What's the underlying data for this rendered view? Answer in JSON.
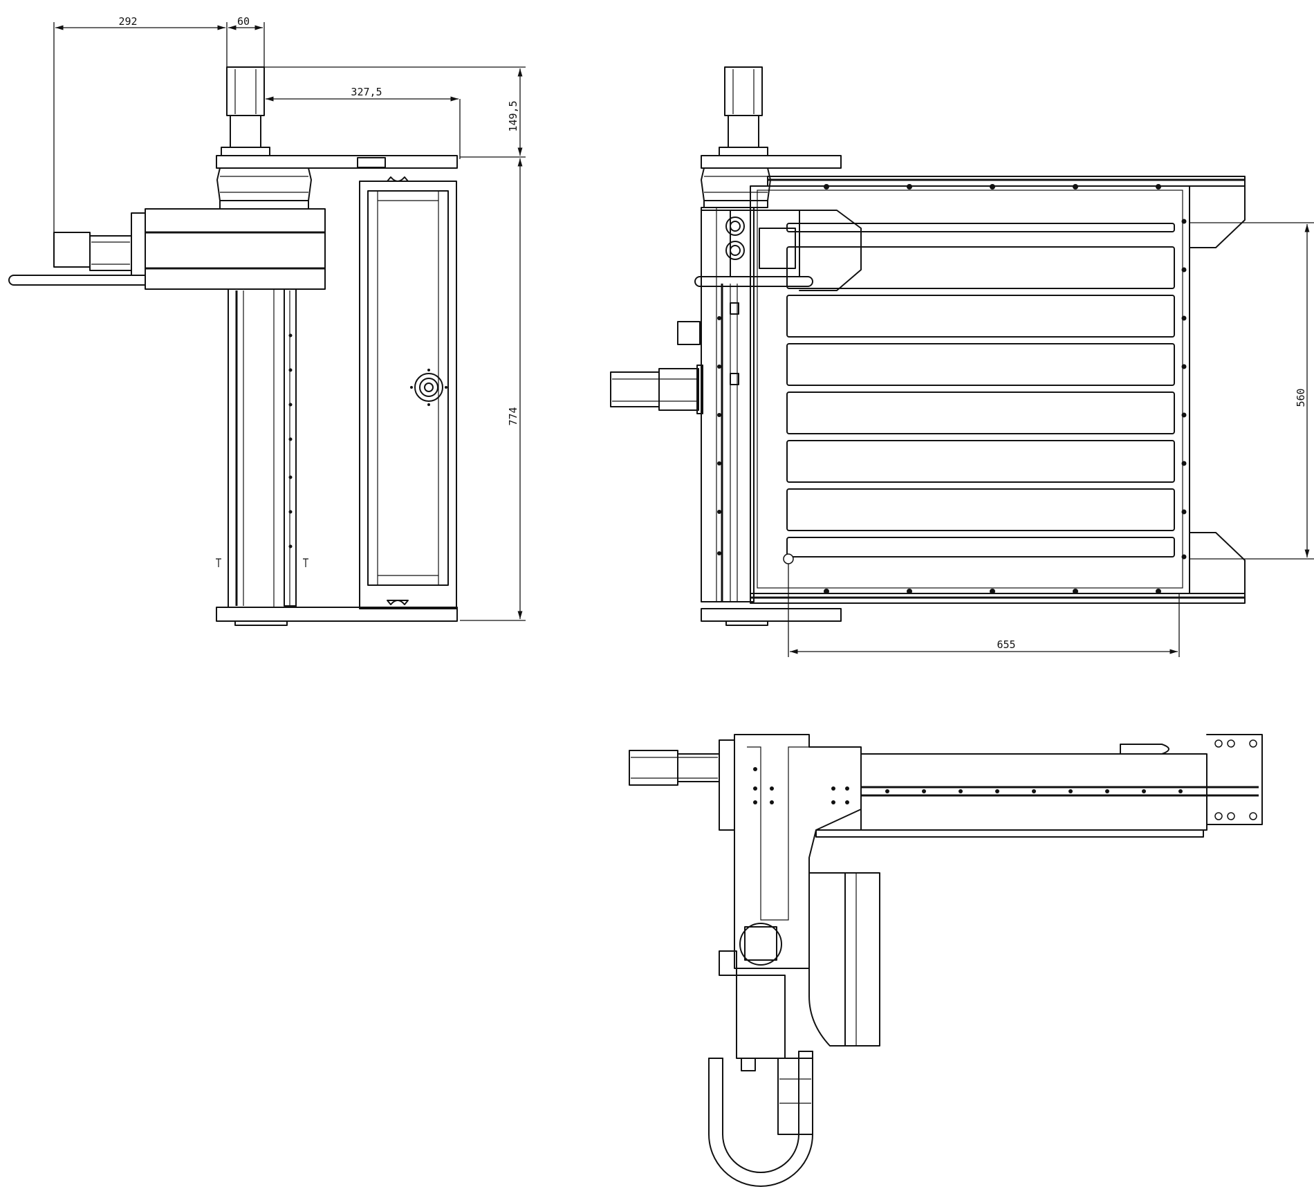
{
  "drawing": {
    "stroke_color": "#111111",
    "background": "#ffffff",
    "dimensions": {
      "side_width_292": "292",
      "side_motor_60": "60",
      "side_depth_327": "327,5",
      "side_height_149": "149,5",
      "side_height_774": "774",
      "front_height_560": "560",
      "front_width_655": "655"
    }
  }
}
